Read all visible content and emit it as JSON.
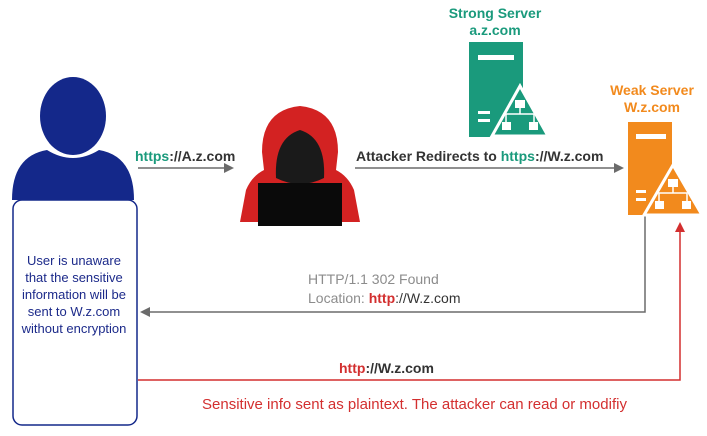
{
  "colors": {
    "strong": "#1a9a7c",
    "weak": "#f28a1d",
    "user": "#14288a",
    "attacker_hood": "#d32222",
    "danger": "#d32f2f",
    "gray": "#8c8c8c"
  },
  "strong_server": {
    "title": "Strong Server",
    "host": "a.z.com",
    "icon": "server-network-icon"
  },
  "weak_server": {
    "title": "Weak Server",
    "host": "W.z.com",
    "icon": "server-network-icon"
  },
  "user": {
    "icon": "user-icon",
    "note": "User is unaware that the sensitive information will be sent to W.z.com without encryption"
  },
  "attacker": {
    "icon": "hooded-hacker-icon"
  },
  "arrows": {
    "user_request": {
      "scheme": "https",
      "rest": "://A.z.com"
    },
    "redirect": {
      "prefix": "Attacker Redirects to ",
      "scheme": "https",
      "rest": "://W.z.com"
    },
    "response_line1": "HTTP/1.1 302 Found",
    "response_location_label": "Location: ",
    "response_scheme": "http",
    "response_rest": "://W.z.com",
    "plaintext_request": {
      "scheme": "http",
      "rest": "://W.z.com"
    },
    "warning": "Sensitive info sent as plaintext. The attacker can read or modifiy"
  }
}
